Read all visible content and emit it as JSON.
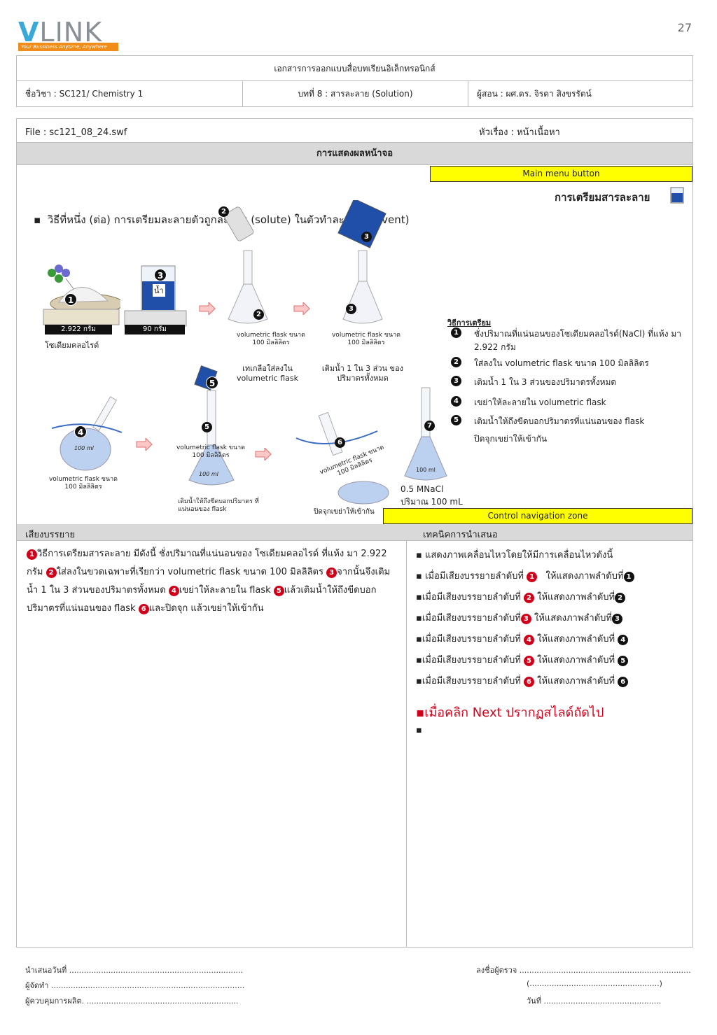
{
  "page_number": "27",
  "logo": {
    "brand": "VLINK",
    "tagline": "Your Bussiness Anytime, Anywhere"
  },
  "header": {
    "title": "เอกสารการออกแบบสื่อบทเรียนอิเล็กทรอนิกส์",
    "course": "ชื่อวิชา :  SC121/ Chemistry 1",
    "chapter": "บทที่  8  :  สารละลาย (Solution)",
    "instructor": "ผู้สอน :  ผศ.ดร. จิรดา   สิงขรรัตน์"
  },
  "file_row": {
    "file": "File : sc121_08_24.swf",
    "topic": "หัวเรื่อง :   หน้าเนื้อหา"
  },
  "screen_display_label": "การแสดงผลหน้าจอ",
  "main_menu_button": "Main menu button",
  "control_zone": "Control navigation zone",
  "slide": {
    "heading": "การเตรียมสารละลาย",
    "method": "วิธีที่หนึ่ง (ต่อ)  การเตรียมละลายตัวถูกละลาย (solute) ในตัวทำละลาย(solvent)",
    "mass_label": "2.922   กรัม",
    "water_mass": "90 กรัม",
    "water": "น้ำ",
    "salt_name": "โซเดียมคลอไรด์",
    "flask_label": "volumetric flask ขนาด 100 มิลลิลิตร",
    "pour_salt": "เทเกลือใส่ลงใน volumetric flask",
    "add_water": "เติมน้ำ 1 ใน 3 ส่วน ของปริมาตรทั้งหมด",
    "fill_mark": "เติมน้ำให้ถึงขีดบอกปริมาตร ที่แน่นอนของ flask",
    "cap_shake": "ปิดจุกเขย่าให้เข้ากัน",
    "flask_ml": "100 ml",
    "result_conc": "0.5  MNaCl",
    "result_vol": "ปริมาณ  100  mL",
    "steps_title": "วิธีการเตรียม",
    "steps": [
      "ชั่งปริมาณที่แน่นอนของโซเดียมคลอไรด์(NaCl) ที่แห้ง มา 2.922 กรัม",
      "ใส่ลงใน volumetric flask ขนาด 100 มิลลิลิตร",
      "เติมน้ำ 1 ใน 3 ส่วนของปริมาตรทั้งหมด",
      "เขย่าให้ละลายใน volumetric flask",
      "เติมน้ำให้ถึงขีดบอกปริมาตรที่แน่นอนของ flask",
      "ปิดจุกเขย่าให้เข้ากัน"
    ],
    "step_nums": [
      "1",
      "2",
      "3",
      "4",
      "5",
      "6",
      "7"
    ]
  },
  "narration_header": "เสียงบรรยาย",
  "technique_header": "เทคนิคการนำเสนอ",
  "narration": [
    "วิธีการเตรียมสารละลาย  มีดังนี้  ชั่งปริมาณที่แน่นอนของ โซเดียมคลอไรด์ ที่แห้ง มา 2.922 กรัม",
    "ใส่ลงในขวดเฉพาะที่เรียกว่า  volumetric flask ขนาด 100 มิลลิลิตร",
    "จากนั้นจึงเติมน้ำ 1 ใน 3 ส่วนของปริมาตรทั้งหมด",
    "เขย่าให้ละลายใน flask",
    "แล้วเติมน้ำให้ถึงขีดบอกปริมาตรที่แน่นอนของ flask",
    "และปิดจุก แล้วเขย่าให้เข้ากัน"
  ],
  "technique": {
    "intro": "▪ แสดงภาพเคลื่อนไหวโดยให้มีการเคลื่อนไหวดังนี้",
    "prefix": "เมื่อมีเสียงบรรยายลำดับที่",
    "mid": "ให้แสดงภาพลำดับที่",
    "next": "▪เมื่อคลิก  Next  ปรากฏสไลด์ถัดไป",
    "bullet": "▪"
  },
  "footer": {
    "presented": "นำเสนอวันที่ .......................................................................",
    "producer": "ผู้จัดทำ ...............................................................................",
    "controller": "ผู้ควบคุมการผลิต. ..............................................................",
    "reviewer": "ลงชื่อผู้ตรวจ ......................................................................",
    "reviewer_name": "(.....................................................)",
    "date": "วันที่ ................................................"
  },
  "colors": {
    "yellow": "#ffff00",
    "red": "#d0021b",
    "gray": "#d9d9d9",
    "blue": "#1f4fa8"
  }
}
